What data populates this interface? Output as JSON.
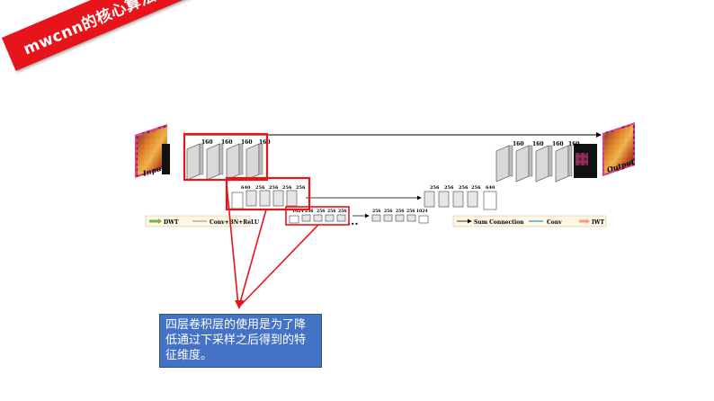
{
  "title": "mwcnn的核心算法模型",
  "diagram": {
    "input_label": "Input",
    "output_label": "Output",
    "level1_channels": [
      "160",
      "160",
      "160",
      "160"
    ],
    "level1_out_channels": [
      "160",
      "160",
      "160",
      "160"
    ],
    "level2_channels": [
      "640",
      "256",
      "256",
      "256",
      "256"
    ],
    "level2_out_channels": [
      "256",
      "256",
      "256",
      "256",
      "640"
    ],
    "level3_channels": [
      "1024",
      "256",
      "256",
      "256",
      "256"
    ],
    "level3_out_channels": [
      "256",
      "256",
      "256",
      "256",
      "1024"
    ],
    "ellipsis": "...",
    "legend_left": {
      "dwt": "DWT",
      "conv_bn_relu": "Conv+BN+ReLU"
    },
    "legend_right": {
      "sum": "Sum Connection",
      "conv": "Conv",
      "iwt": "IWT"
    }
  },
  "callout_text": "四层卷积层的使用是为了降低通过下采样之后得到的特征维度。",
  "colors": {
    "highlight": "#e8141b",
    "callout_bg": "#4472c4",
    "legend_bg": "#fdf6e3"
  }
}
